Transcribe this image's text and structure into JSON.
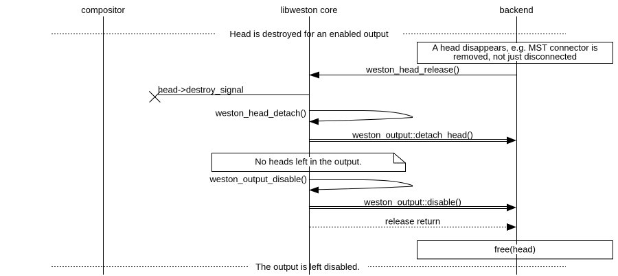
{
  "participants": {
    "compositor": "compositor",
    "core": "libweston core",
    "backend": "backend"
  },
  "dividers": {
    "top": "Head is destroyed for an enabled output",
    "bottom": "The output is left disabled."
  },
  "notes": {
    "head_disappears": {
      "line1": "A head disappears, e.g. MST connector is",
      "line2": "removed, not just disconnected"
    },
    "no_heads": "No heads left in the output.",
    "free_head": "free(head)"
  },
  "messages": {
    "head_release": "weston_head_release()",
    "destroy_signal": "head->destroy_signal",
    "head_detach": "weston_head_detach()",
    "detach_head": "weston_output::detach_head()",
    "output_disable": "weston_output_disable()",
    "output_disable_call": "weston_output::disable()",
    "release_return": "release return"
  },
  "colors": {
    "line": "#000000",
    "background": "#ffffff"
  }
}
